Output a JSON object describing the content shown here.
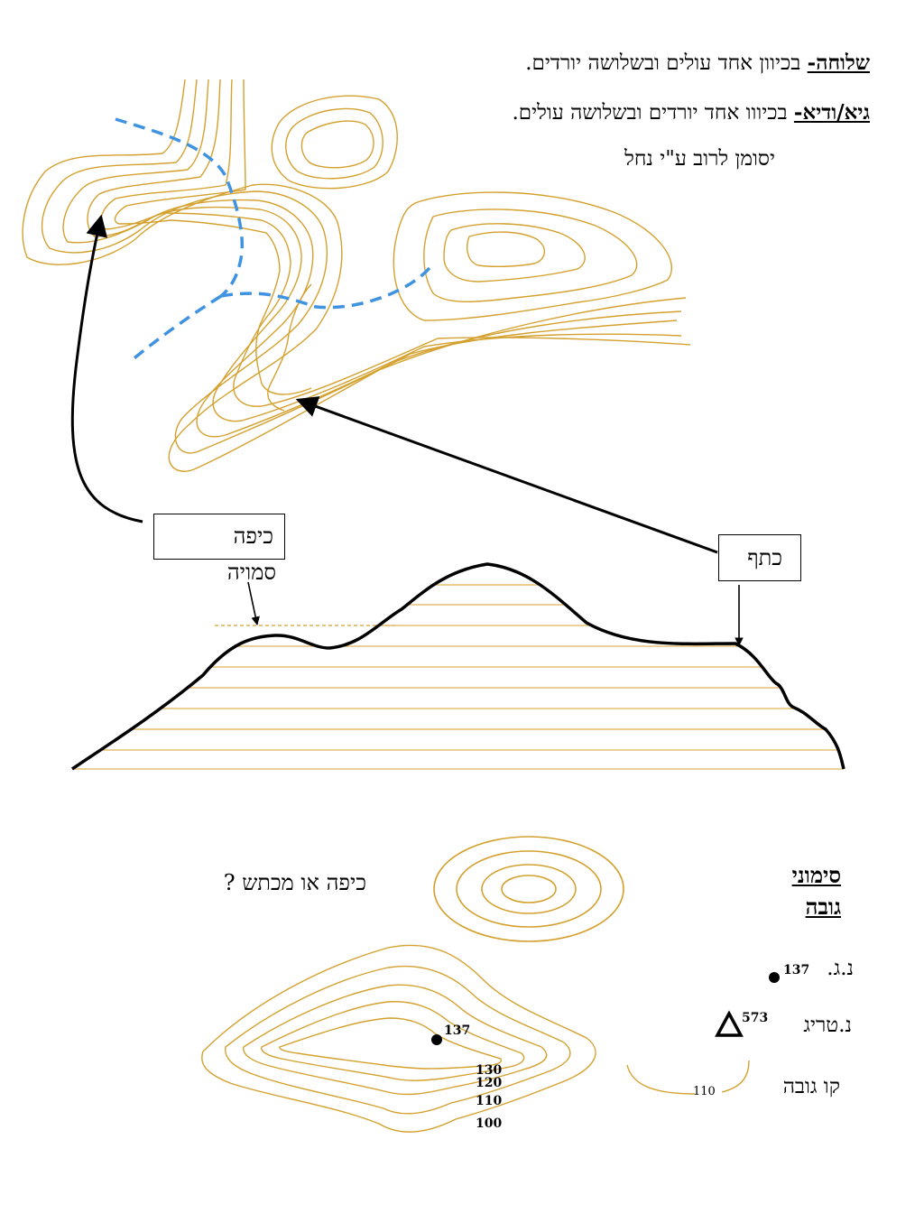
{
  "colors": {
    "contour": "#d4a12f",
    "stream": "#3f93e0",
    "ink": "#000000"
  },
  "definitions": {
    "spur": {
      "term": "שלוחה-",
      "text": " בכיוון אחד עולים ובשלושה יורדים."
    },
    "valley": {
      "term": "גיא/ודיא-",
      "text": " בכיווו אחד יורדים ובשלושה עולים."
    },
    "valley_note": "יסומן לרוב ע\"י נחל"
  },
  "labels": {
    "saddle": "כיפה",
    "hidden_summit": "סמויה",
    "shoulder": "כתף",
    "question": "כיפה או מכתש ?"
  },
  "legend": {
    "title_line1": "סימוני",
    "title_line2": "גובה",
    "height_point_label": "נ.ג.",
    "height_point_value": "137",
    "trig_label": "נ.טריג",
    "trig_value": "573",
    "contour_label": "קו גובה",
    "contour_value": "110"
  },
  "hill": {
    "peak": "137",
    "levels": [
      "130",
      "120",
      "110",
      "100"
    ]
  }
}
